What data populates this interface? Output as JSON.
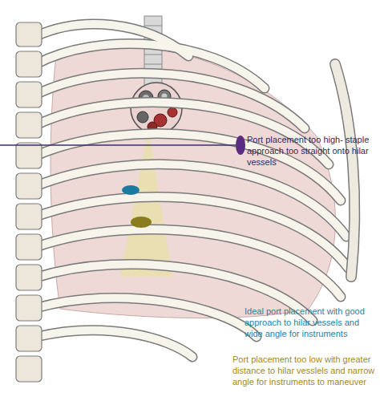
{
  "diagram": {
    "labels": [
      "Port placement too high- staple approach too straight onto hilar vessels",
      "Ideal port placement with good approach to hilar vessels and wide angle for instruments",
      "Port placement too low with greater distance to hilar vesslels and narrow angle for instruments to maneuver"
    ]
  }
}
